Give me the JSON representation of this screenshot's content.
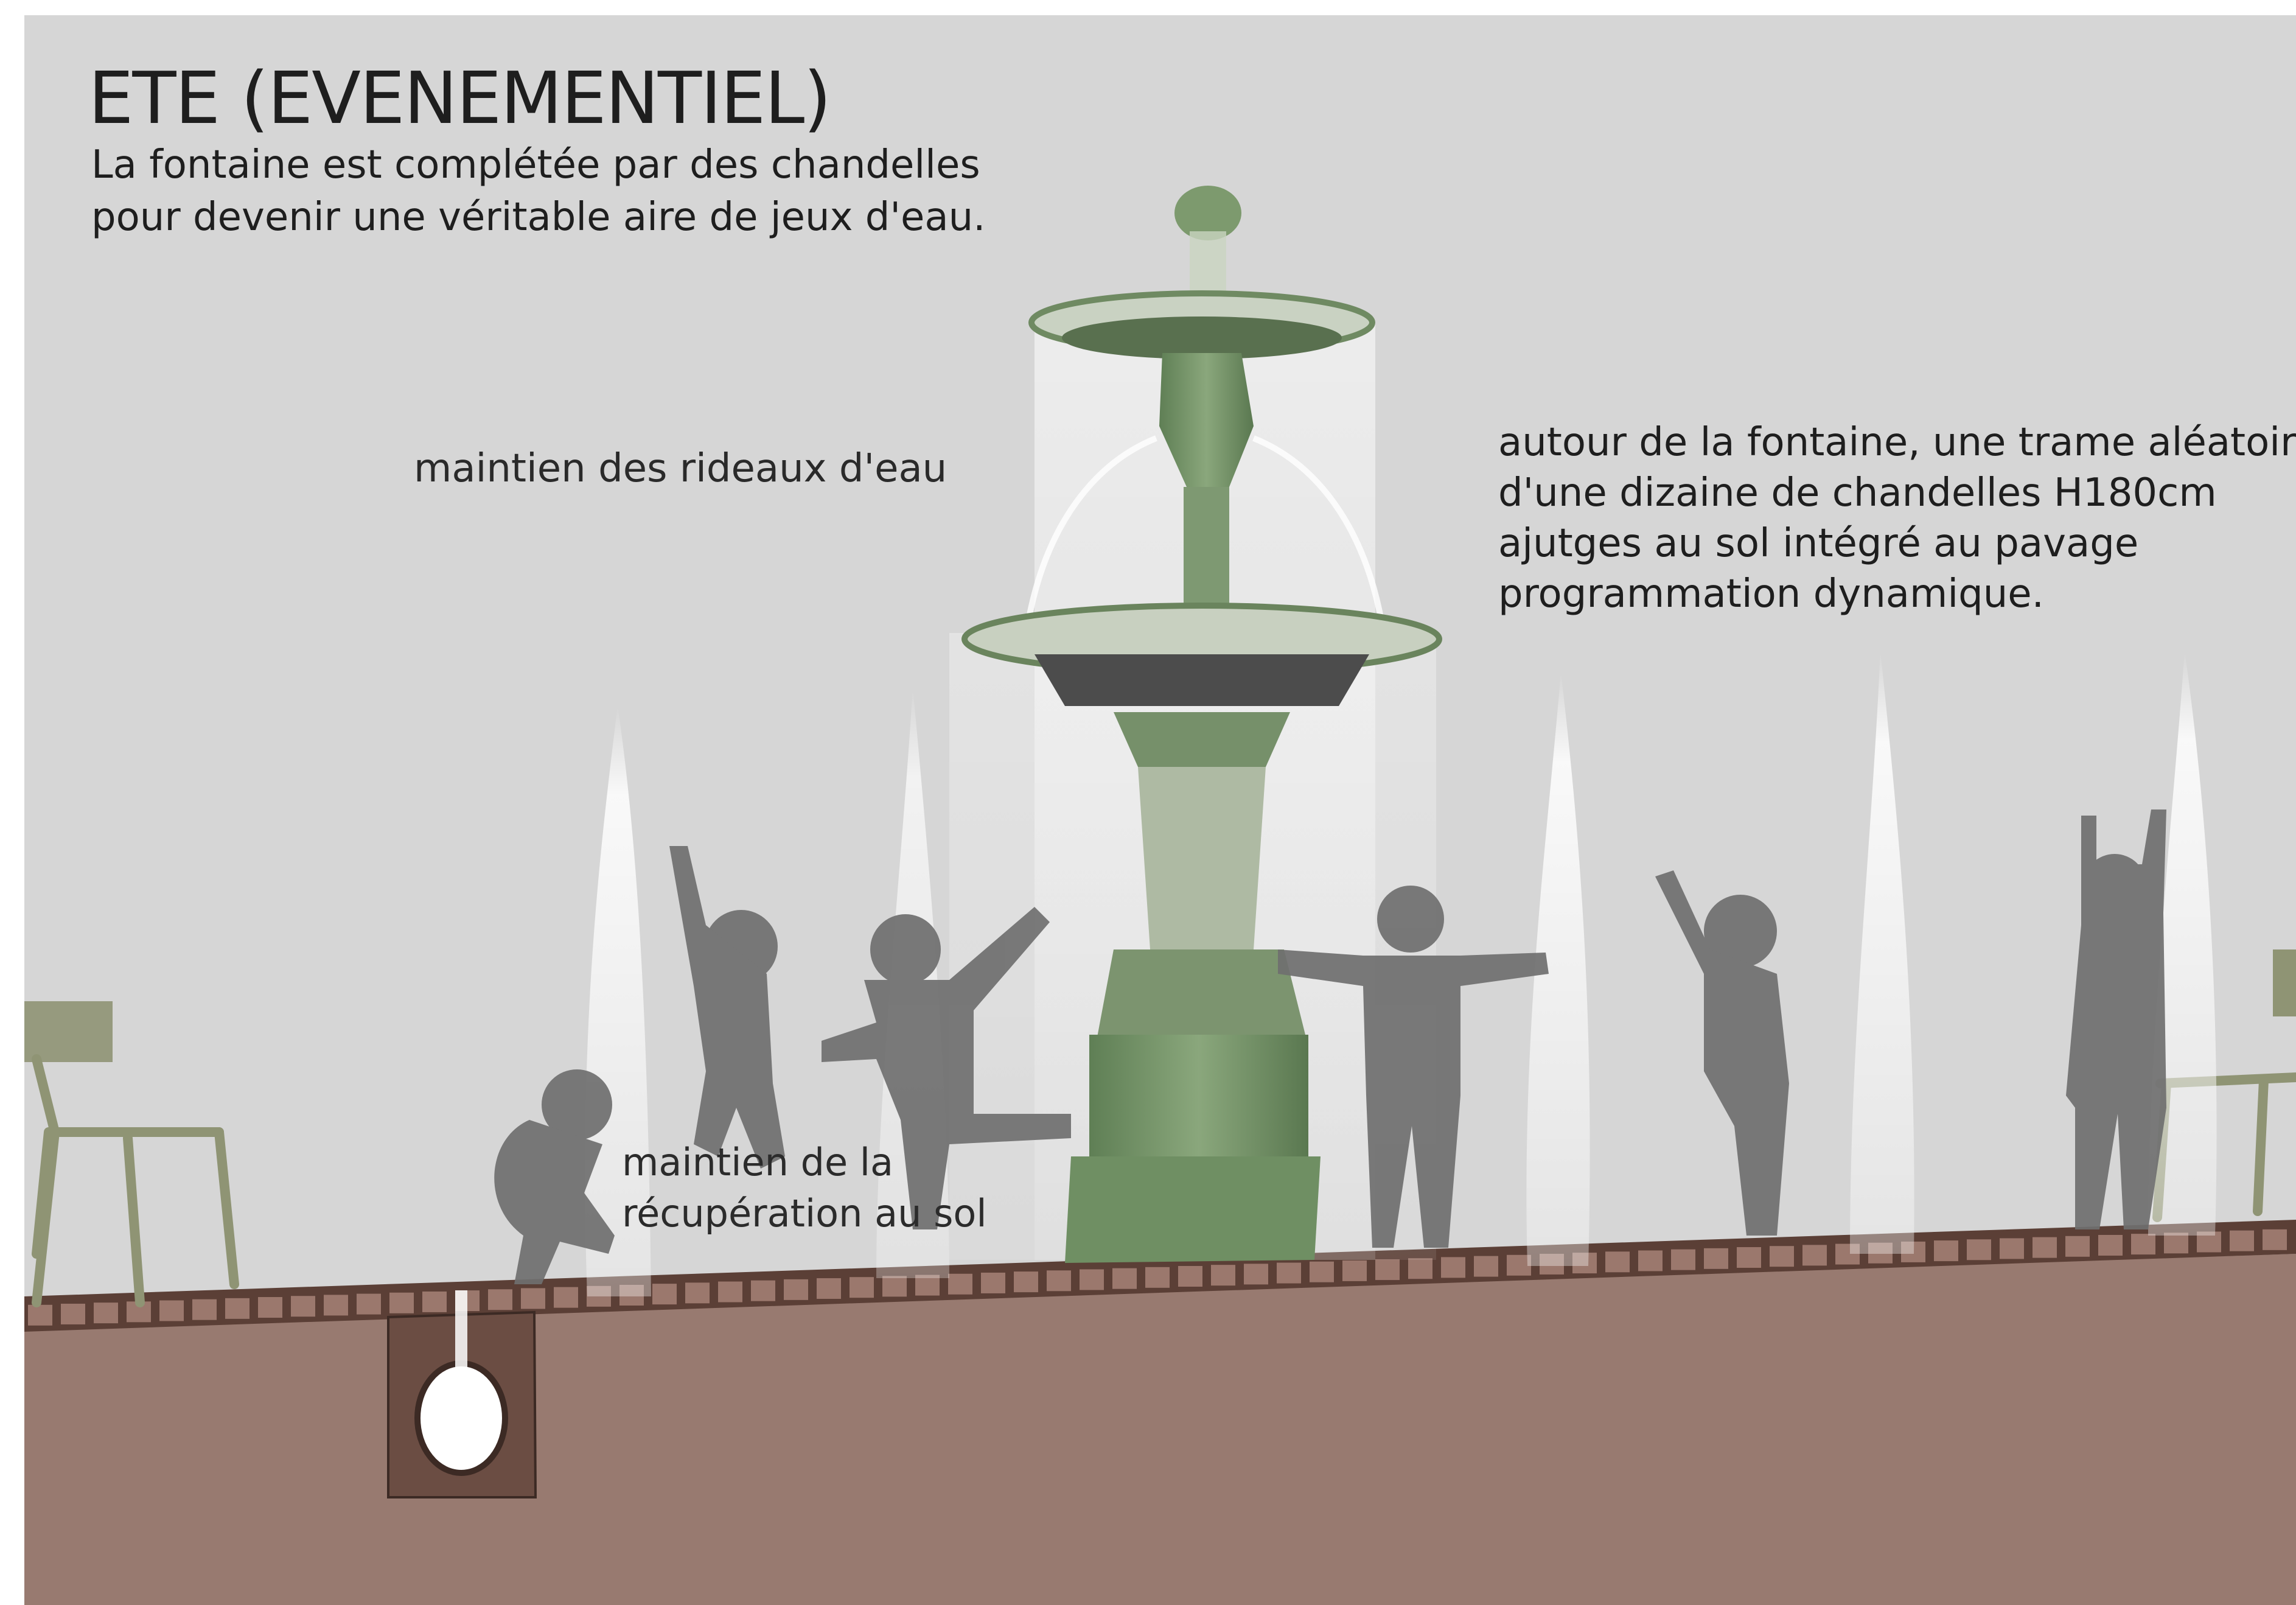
{
  "title": "ETE (EVENEMENTIEL)",
  "subtitle": {
    "lines": [
      "La fontaine est complétée par des chandelles",
      "pour devenir une véritable aire de jeux d'eau."
    ]
  },
  "annotations": {
    "curtains": "maintien des rideaux d'eau",
    "jets": {
      "lines": [
        "autour de la fontaine, une trame aléatoire",
        "d'une dizaine de chandelles H180cm",
        "ajutges au sol intégré au pavage",
        "programmation dynamique."
      ]
    },
    "recovery": {
      "lines": [
        "maintien de la",
        "récupération au sol"
      ]
    }
  },
  "colors": {
    "sky": "#d6d6d6",
    "ground": "#987a70",
    "paving": "#5b3f36",
    "fountain_green": "#6f8f63",
    "silhouette": "#6f6f6f",
    "chair": "#8f9474"
  }
}
